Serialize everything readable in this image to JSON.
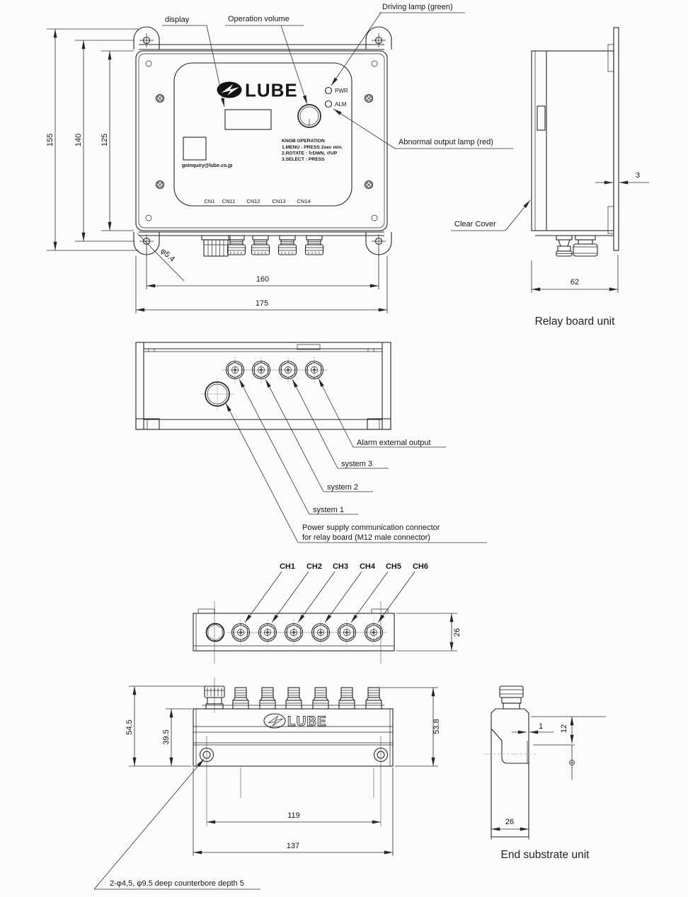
{
  "callouts": {
    "display": "display",
    "operation_volume": "Operation volume",
    "driving_lamp": "Driving lamp (green)",
    "abnormal_lamp": "Abnormal output lamp (red)",
    "clear_cover": "Clear Cover",
    "alarm_external_output": "Alarm external output",
    "system3": "system 3",
    "system2": "system 2",
    "system1": "system 1",
    "power_supply_line1": "Power supply communication connector",
    "power_supply_line2": "for relay board (M12 male connector)",
    "counterbore_note": "2-φ4,5, φ9.5 deep counterbore depth 5"
  },
  "captions": {
    "relay_board_unit": "Relay board unit",
    "end_substrate_unit": "End substrate unit"
  },
  "panel": {
    "brand": "LUBE",
    "pwr": "PWR",
    "alm": "ALM",
    "email": "goinquiry@lube.co.jp",
    "knob_title": "KNOB OPERATION",
    "knob_line1": "1.MENU    : PRESS 2sec min.",
    "knob_line2": "2.ROTATE : ↻DWN, ↺UP",
    "knob_line3": "3.SELECT : PRESS",
    "connectors": [
      "CN1",
      "CN11",
      "CN12",
      "CN13",
      "CN14"
    ]
  },
  "channels": [
    "CH1",
    "CH2",
    "CH3",
    "CH4",
    "CH5",
    "CH6"
  ],
  "dims": {
    "d155": "155",
    "d140": "140",
    "d125": "125",
    "d160": "160",
    "d175": "175",
    "hole_dia": "φ5.4",
    "d3": "3",
    "d62": "62",
    "d26_top": "26",
    "d545": "54.5",
    "d395": "39.5",
    "d538": "53.8",
    "d119": "119",
    "d137": "137",
    "d1": "1",
    "d12": "12",
    "d26_side": "26"
  }
}
